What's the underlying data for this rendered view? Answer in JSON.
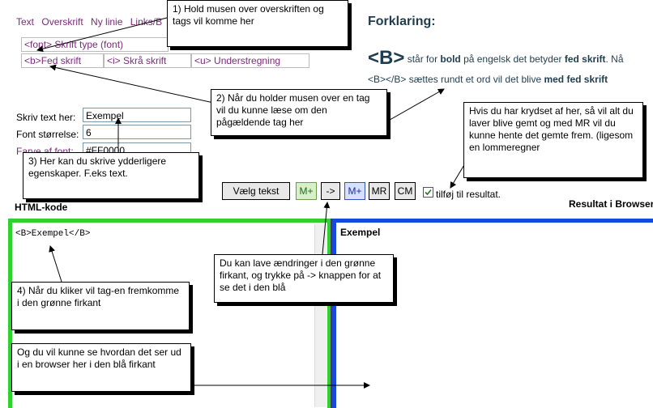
{
  "menu": [
    "Text",
    "Overskrift",
    "Ny linie",
    "Links/B"
  ],
  "tags": {
    "font": "<font> Skrift type (font)",
    "bold": "<b>Fed skrift",
    "italic": "<i> Skrå skrift",
    "underline": "<u> Understregning"
  },
  "explanation": {
    "heading": "Forklaring:",
    "tag": "<B>",
    "line1_a": "står for ",
    "line1_b": "bold",
    "line1_c": " på engelsk det betyder ",
    "line1_d": "fed skrift",
    "line1_e": ". Nå",
    "line2_a": "<B></B> sættes rundt et ord vil det blive ",
    "line2_b": "med fed skrift"
  },
  "form": {
    "text_label": "Skriv text her:",
    "text_value": "Exempel",
    "size_label": "Font størrelse:",
    "size_value": "6",
    "color_label": "Farve af font:",
    "color_value": "#FF0000"
  },
  "buttons": {
    "choose_text": "Vælg tekst",
    "m_plus_1": "M+",
    "arrow": "->",
    "m_plus_2": "M+",
    "mr": "MR",
    "cm": "CM"
  },
  "checkbox_label": "tilføj til resultat.",
  "html_code_label": "HTML-kode",
  "result_label": "Resultat i Browser",
  "code_content": "<B>Exempel</B>",
  "result_content": "Exempel",
  "callouts": {
    "c1": "1) Hold musen over overskriften og tags vil komme her",
    "c2": "2) Når du holder musen over en tag vil du  kunne læse om den pågældende tag her",
    "c3": "3) Her kan du skrive ydderligere egenskaper. F.eks text.",
    "c_memory": "Hvis du har krydset af her, så vil alt du laver blive gemt og med MR vil du kunne hente det gemte frem. (ligesom en lommeregner",
    "c_change": "Du kan lave ændringer i den grønne firkant, og trykke på -> knappen for at se det i den blå",
    "c4": "4) Når du kliker vil tag-en fremkomme i den grønne firkant",
    "c5": "Og du vil kunne se hvordan det ser ud i en browser her i den blå firkant"
  }
}
